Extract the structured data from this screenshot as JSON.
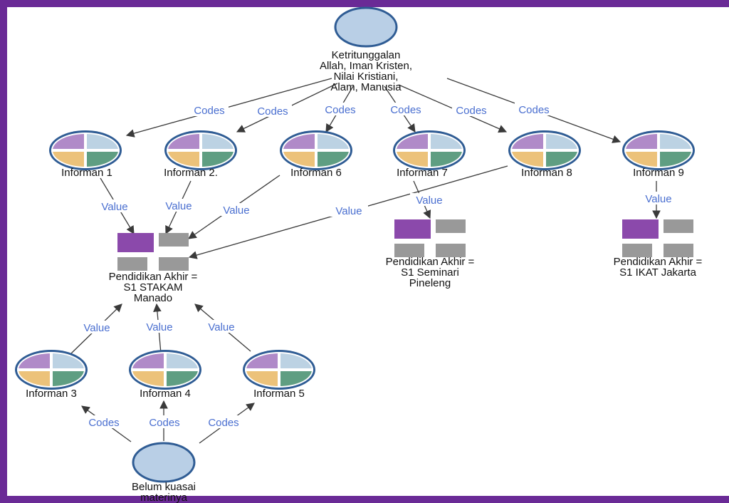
{
  "colors": {
    "frame": "#6a2a96",
    "edge": "#3a3a3a",
    "edge_label": "#4a6fd0",
    "node_fill": "#b9cfe6",
    "node_ring": "#2f5c94",
    "quad_purple": "#b08ac8",
    "quad_blue": "#bcd2e3",
    "quad_yellow": "#ecc27a",
    "quad_green": "#5f9e82",
    "attr_purple": "#8b49ab",
    "attr_gray": "#999999"
  },
  "diagram": {
    "nodes": {
      "top_code": {
        "lines": [
          "Ketritunggalan",
          "Allah, Iman Kristen,",
          "Nilai Kristiani,",
          "Alam, Manusia"
        ],
        "kind": "code",
        "icon": "circle-node-icon"
      },
      "informan_1": {
        "label": "Informan 1",
        "kind": "case",
        "icon": "case-quadrant-icon"
      },
      "informan_2": {
        "label": "Informan 2.",
        "kind": "case",
        "icon": "case-quadrant-icon"
      },
      "informan_6": {
        "label": "Informan 6",
        "kind": "case",
        "icon": "case-quadrant-icon"
      },
      "informan_7": {
        "label": "Informan 7",
        "kind": "case",
        "icon": "case-quadrant-icon"
      },
      "informan_8": {
        "label": "Informan 8",
        "kind": "case",
        "icon": "case-quadrant-icon"
      },
      "informan_9": {
        "label": "Informan 9",
        "kind": "case",
        "icon": "case-quadrant-icon"
      },
      "value_stakam": {
        "lines": [
          "Pendidikan Akhir =",
          "S1 STAKAM",
          "Manado"
        ],
        "kind": "attribute",
        "icon": "attribute-value-icon"
      },
      "value_seminari": {
        "lines": [
          "Pendidikan Akhir =",
          "S1 Seminari",
          "Pineleng"
        ],
        "kind": "attribute",
        "icon": "attribute-value-icon"
      },
      "value_ikat": {
        "lines": [
          "Pendidikan Akhir =",
          "S1 IKAT Jakarta"
        ],
        "kind": "attribute",
        "icon": "attribute-value-icon"
      },
      "informan_3": {
        "label": "Informan 3",
        "kind": "case",
        "icon": "case-quadrant-icon"
      },
      "informan_4": {
        "label": "Informan 4",
        "kind": "case",
        "icon": "case-quadrant-icon"
      },
      "informan_5": {
        "label": "Informan 5",
        "kind": "case",
        "icon": "case-quadrant-icon"
      },
      "bottom_code": {
        "lines": [
          "Belum kuasai",
          "materinya"
        ],
        "kind": "code",
        "icon": "circle-node-icon"
      }
    },
    "edges": [
      {
        "from": "top_code",
        "to": "informan_1",
        "label": "Codes"
      },
      {
        "from": "top_code",
        "to": "informan_2",
        "label": "Codes"
      },
      {
        "from": "top_code",
        "to": "informan_6",
        "label": "Codes"
      },
      {
        "from": "top_code",
        "to": "informan_7",
        "label": "Codes"
      },
      {
        "from": "top_code",
        "to": "informan_8",
        "label": "Codes"
      },
      {
        "from": "top_code",
        "to": "informan_9",
        "label": "Codes"
      },
      {
        "from": "informan_1",
        "to": "value_stakam",
        "label": "Value"
      },
      {
        "from": "informan_2",
        "to": "value_stakam",
        "label": "Value"
      },
      {
        "from": "informan_6",
        "to": "value_stakam",
        "label": "Value"
      },
      {
        "from": "informan_8",
        "to": "value_stakam",
        "label": "Value"
      },
      {
        "from": "informan_7",
        "to": "value_seminari",
        "label": "Value"
      },
      {
        "from": "informan_9",
        "to": "value_ikat",
        "label": "Value"
      },
      {
        "from": "informan_3",
        "to": "value_stakam",
        "label": "Value"
      },
      {
        "from": "informan_4",
        "to": "value_stakam",
        "label": "Value"
      },
      {
        "from": "informan_5",
        "to": "value_stakam",
        "label": "Value"
      },
      {
        "from": "bottom_code",
        "to": "informan_3",
        "label": "Codes"
      },
      {
        "from": "bottom_code",
        "to": "informan_4",
        "label": "Codes"
      },
      {
        "from": "bottom_code",
        "to": "informan_5",
        "label": "Codes"
      }
    ]
  }
}
